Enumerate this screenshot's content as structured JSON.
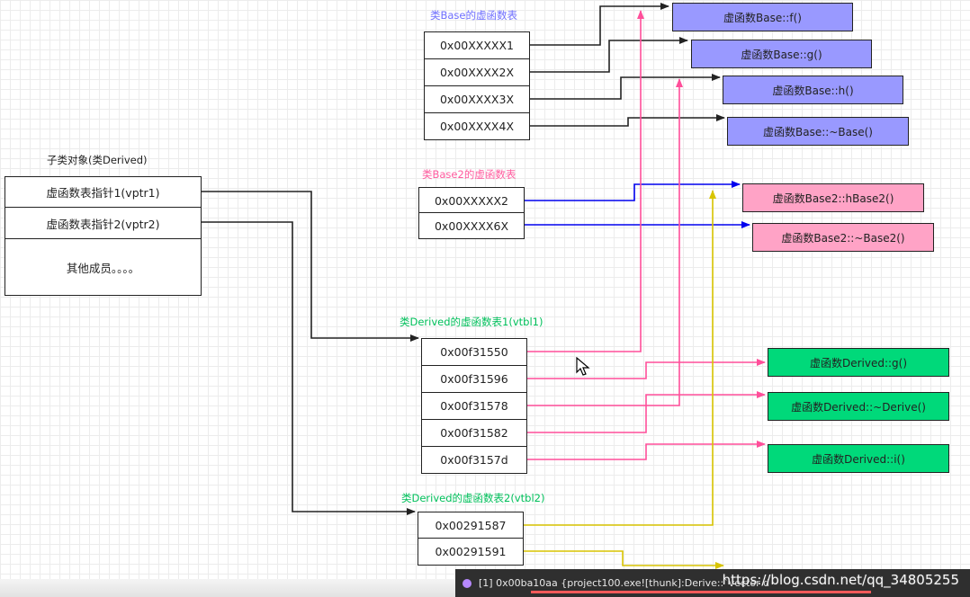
{
  "titles": {
    "base_vtable": "类Base的虚函数表",
    "base2_vtable": "类Base2的虚函数表",
    "derived_object": "子类对象(类Derived)",
    "vtbl1": "类Derived的虚函数表1(vtbl1)",
    "vtbl2": "类Derived的虚函数表2(vtbl2)"
  },
  "derived_object": {
    "rows": [
      "虚函数表指针1(vptr1)",
      "虚函数表指针2(vptr2)",
      "其他成员。。。。"
    ]
  },
  "base_vtable": [
    "0x00XXXXX1",
    "0x00XXXX2X",
    "0x00XXXX3X",
    "0x00XXXX4X"
  ],
  "base2_vtable": [
    "0x00XXXXX2",
    "0x00XXXX6X"
  ],
  "vtbl1": [
    "0x00f31550",
    "0x00f31596",
    "0x00f31578",
    "0x00f31582",
    "0x00f3157d"
  ],
  "vtbl2": [
    "0x00291587",
    "0x00291591"
  ],
  "base_functions": [
    "虚函数Base::f()",
    "虚函数Base::g()",
    "虚函数Base::h()",
    "虚函数Base::~Base()"
  ],
  "base2_functions": [
    "虚函数Base2::hBase2()",
    "虚函数Base2::~Base2()"
  ],
  "derived_functions": [
    "虚函数Derived::g()",
    "虚函数Derived::~Derive()",
    "虚函数Derived::i()"
  ],
  "tooltip": {
    "text": "[1]  0x00ba10aa {project100.exe![thunk]:Derive::`vector d"
  },
  "watermark": "https://blog.csdn.net/qq_34805255",
  "colors": {
    "base_fn": "#9999ff",
    "base2_fn": "#ffa3c6",
    "derived_fn": "#00d97a",
    "arrow_base": "#222222",
    "arrow_base2": "#0000ee",
    "arrow_vtbl1": "#ff4f9a",
    "arrow_vtbl2": "#d8c400"
  }
}
